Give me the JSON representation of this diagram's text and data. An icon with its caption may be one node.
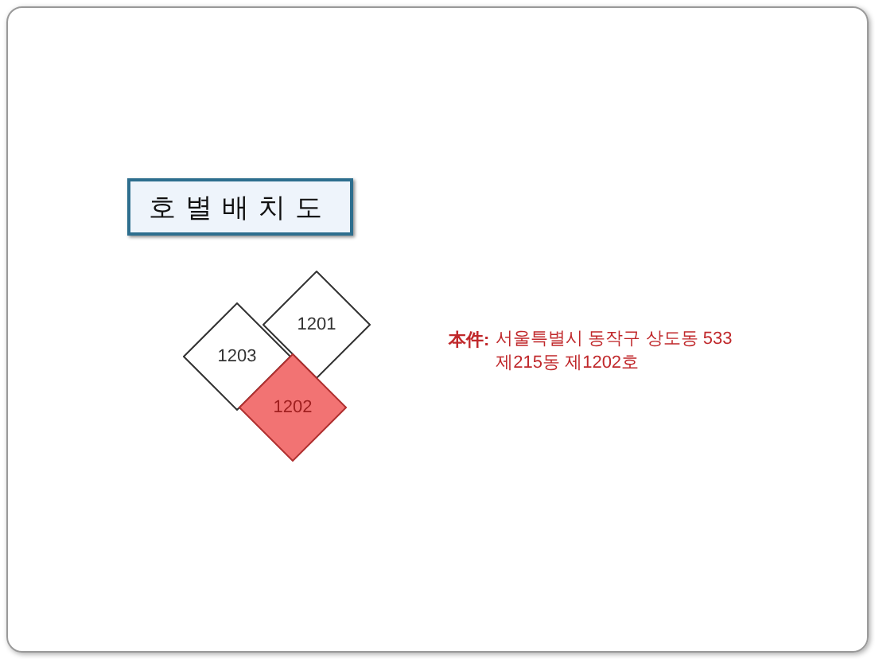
{
  "diagram": {
    "nodes": [
      {
        "text": [
          "호별배치도"
        ]
      },
      {
        "text": [
          "1201"
        ]
      },
      {
        "text": [
          "1203"
        ]
      },
      {
        "text": [
          "1202"
        ]
      }
    ],
    "labels": [
      "本件:",
      "서울특별시 동작구 상도동 533 제215동 제1202호"
    ]
  }
}
